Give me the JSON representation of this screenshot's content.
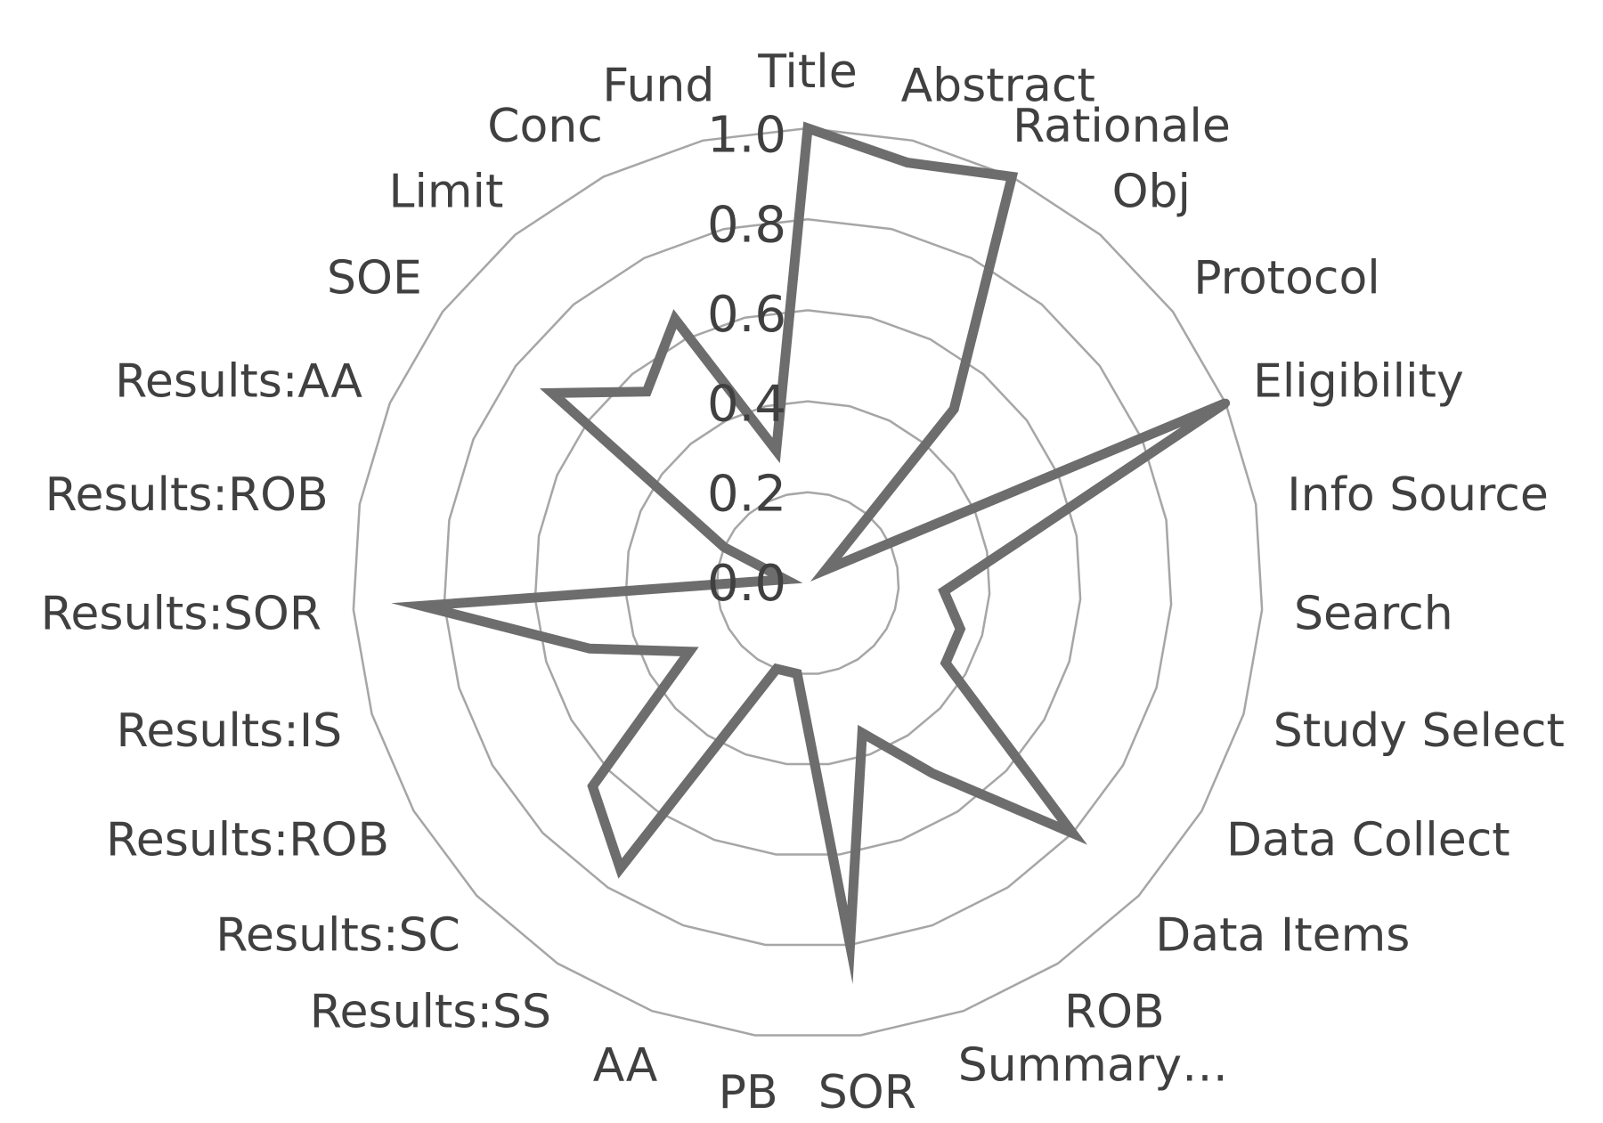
{
  "chart_data": {
    "type": "radar",
    "categories": [
      "Title",
      "Abstract",
      "Rationale",
      "Obj",
      "Protocol",
      "Eligibility",
      "Info Source",
      "Search",
      "Study Select",
      "Data Collect",
      "Data Items",
      "ROB",
      "Summary…",
      "SOR",
      "PB",
      "AA",
      "Results:SS",
      "Results:SC",
      "Results:ROB",
      "Results:IS",
      "Results:SOR",
      "Results:ROB",
      "Results:AA",
      "SOE",
      "Limit",
      "Conc",
      "Fund"
    ],
    "series": [
      {
        "values": [
          1.0,
          0.95,
          1.0,
          0.5,
          0.05,
          1.0,
          0.45,
          0.3,
          0.35,
          0.35,
          0.8,
          0.5,
          0.35,
          0.8,
          0.2,
          0.2,
          0.75,
          0.65,
          0.3,
          0.5,
          0.85,
          0.05,
          0.2,
          0.7,
          0.55,
          0.65,
          0.3
        ]
      }
    ],
    "ticks": [
      "0.0",
      "0.2",
      "0.4",
      "0.6",
      "0.8",
      "1.0"
    ],
    "rlim": [
      0,
      1.0
    ],
    "grid": true,
    "colors": {
      "series": "#6d6d6d",
      "grid": "#a6a6a6",
      "text": "#404040"
    }
  }
}
